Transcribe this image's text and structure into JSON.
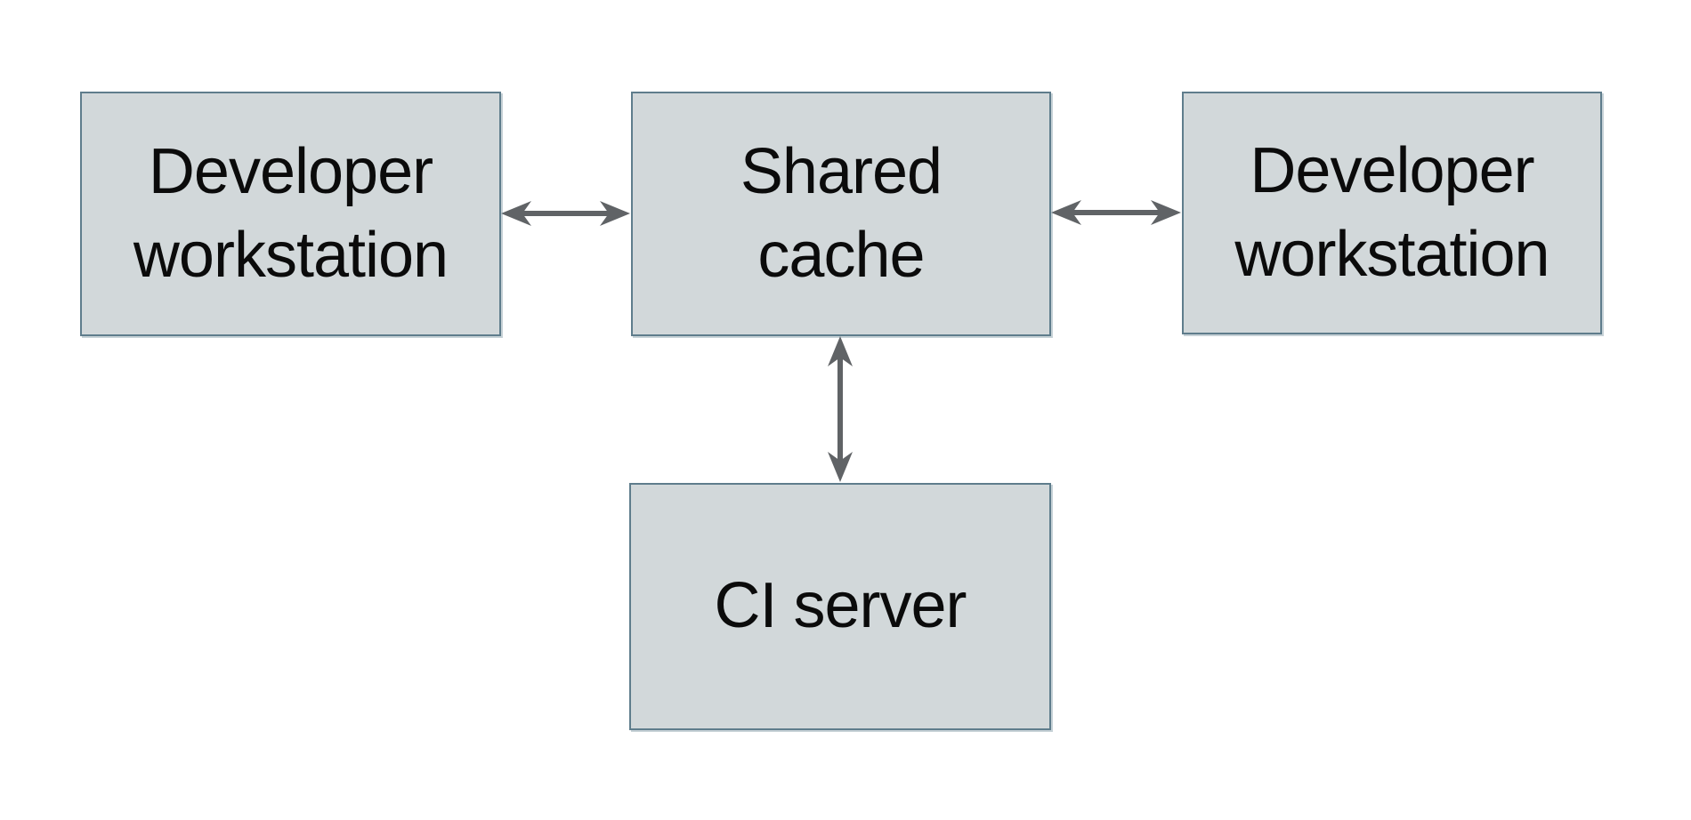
{
  "diagram": {
    "type": "block-diagram",
    "nodes": {
      "workstation_left": {
        "label": "Developer workstation"
      },
      "shared_cache": {
        "label": "Shared cache"
      },
      "workstation_right": {
        "label": "Developer workstation"
      },
      "ci_server": {
        "label": "CI server"
      }
    },
    "edges": [
      {
        "from": "workstation_left",
        "to": "shared_cache",
        "style": "double-headed-arrow",
        "orientation": "horizontal"
      },
      {
        "from": "shared_cache",
        "to": "workstation_right",
        "style": "double-headed-arrow",
        "orientation": "horizontal"
      },
      {
        "from": "shared_cache",
        "to": "ci_server",
        "style": "double-headed-arrow",
        "orientation": "vertical"
      }
    ],
    "colors": {
      "background": "#ffffff",
      "node_fill": "#d2d8da",
      "node_border": "#5f7d8c",
      "arrow": "#606366",
      "text": "#0b0b0b"
    }
  }
}
